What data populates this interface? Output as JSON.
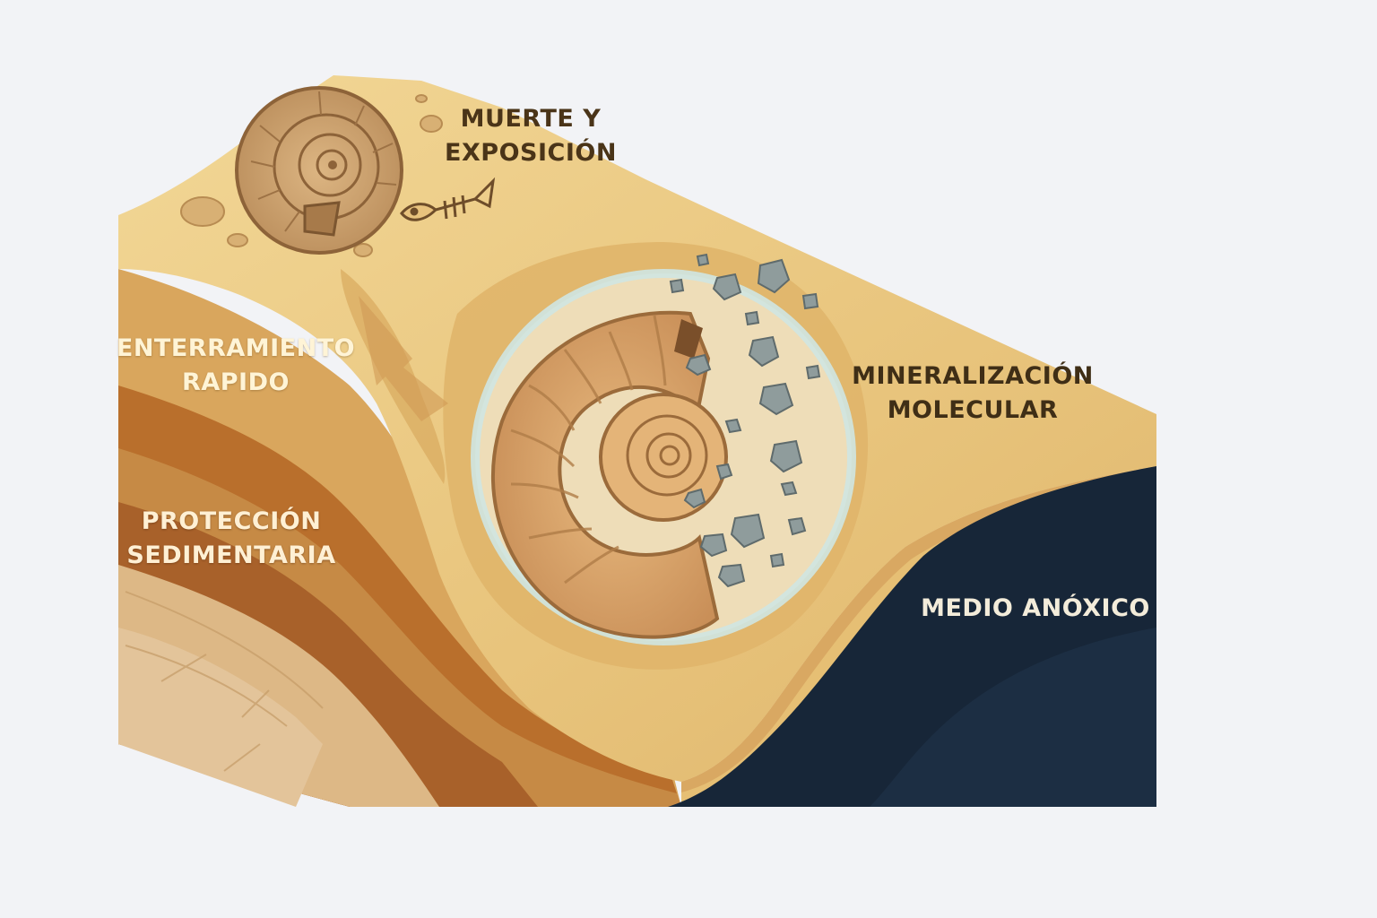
{
  "labels": {
    "death_exposure": [
      "MUERTE Y",
      "EXPOSICIÓN"
    ],
    "rapid_burial": [
      "ENTERRAMIENTO",
      "RAPIDO"
    ],
    "sediment_protection": [
      "PROTECCIÓN",
      "SEDIMENTARIA"
    ],
    "molecular_mineralization": [
      "MINERALIZACIÓN",
      "MOLECULAR"
    ],
    "anoxic_medium": "MEDIO ANÓXICO"
  },
  "colors": {
    "sand_surface": "#e6c27c",
    "sand_light": "#f0d493",
    "sediment_dark": "#b6702c",
    "sediment_mid": "#c98c44",
    "sediment_pale": "#ddb886",
    "anoxic_water": "#172638",
    "mineral_grain": "#8c9a9b",
    "shell": "#d9a670"
  },
  "icons": [
    "ammonite-surface-icon",
    "fish-skeleton-icon",
    "ammonite-fossil-icon",
    "mineral-grain-icon"
  ]
}
